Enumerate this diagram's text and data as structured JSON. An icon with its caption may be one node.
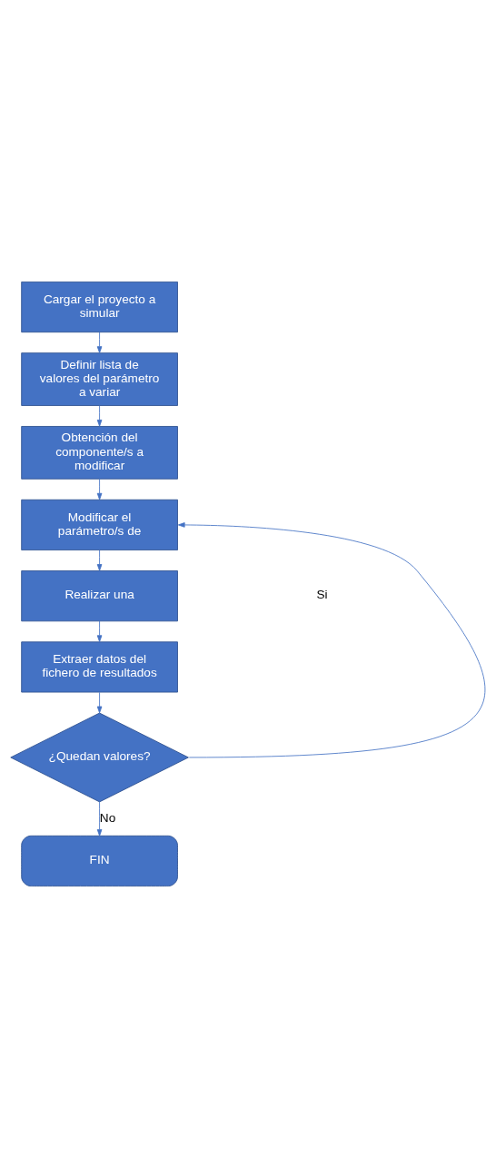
{
  "diagram": {
    "nodes": [
      {
        "text": [
          "Cargar el proyecto a simular"
        ]
      },
      {
        "text": [
          "Definir lista de valores del parámetro a variar"
        ]
      },
      {
        "text": [
          "Obtención del componente/s a modificar"
        ]
      },
      {
        "text": [
          "Modificar el parámetro/s de"
        ]
      },
      {
        "text": [
          "Realizar una"
        ]
      },
      {
        "text": [
          "Extraer datos del fichero de resultados"
        ]
      },
      {
        "text": [
          "¿Quedan valores?"
        ]
      },
      {
        "text": [
          "FIN"
        ]
      }
    ],
    "edges": [
      {
        "from": 0,
        "to": 1,
        "arrow": "to"
      },
      {
        "from": 1,
        "to": 2,
        "arrow": "to"
      },
      {
        "from": 2,
        "to": 3,
        "arrow": "to"
      },
      {
        "from": 3,
        "to": 4,
        "arrow": "to"
      },
      {
        "from": 4,
        "to": 5,
        "arrow": "to"
      },
      {
        "from": 5,
        "to": 6,
        "arrow": "to"
      },
      {
        "from": 6,
        "to": 3,
        "arrow": "to"
      },
      {
        "from": 6,
        "to": 7,
        "arrow": "to",
        "label": "No"
      }
    ],
    "labels": [
      "Si"
    ]
  }
}
